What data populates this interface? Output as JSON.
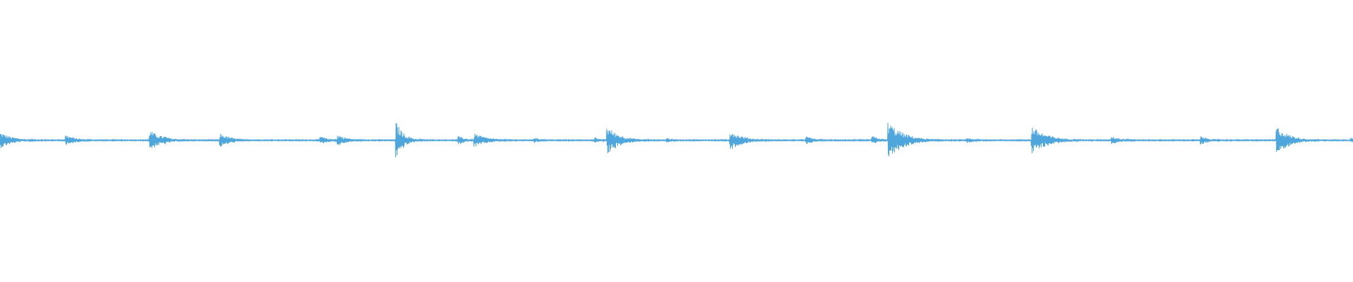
{
  "waveform": {
    "color": "#4ea6dc",
    "baseline_amplitude": 0.004,
    "transients": [
      {
        "position": 0.0,
        "amplitude": 0.06,
        "decay": 0.01
      },
      {
        "position": 0.049,
        "amplitude": 0.04,
        "decay": 0.008
      },
      {
        "position": 0.111,
        "amplitude": 0.07,
        "decay": 0.01
      },
      {
        "position": 0.122,
        "amplitude": 0.03,
        "decay": 0.006
      },
      {
        "position": 0.163,
        "amplitude": 0.05,
        "decay": 0.009
      },
      {
        "position": 0.237,
        "amplitude": 0.03,
        "decay": 0.007
      },
      {
        "position": 0.25,
        "amplitude": 0.04,
        "decay": 0.008
      },
      {
        "position": 0.293,
        "amplitude": 0.13,
        "decay": 0.006
      },
      {
        "position": 0.339,
        "amplitude": 0.03,
        "decay": 0.007
      },
      {
        "position": 0.351,
        "amplitude": 0.05,
        "decay": 0.01
      },
      {
        "position": 0.395,
        "amplitude": 0.02,
        "decay": 0.006
      },
      {
        "position": 0.44,
        "amplitude": 0.02,
        "decay": 0.005
      },
      {
        "position": 0.449,
        "amplitude": 0.1,
        "decay": 0.01
      },
      {
        "position": 0.493,
        "amplitude": 0.02,
        "decay": 0.005
      },
      {
        "position": 0.54,
        "amplitude": 0.07,
        "decay": 0.01
      },
      {
        "position": 0.596,
        "amplitude": 0.03,
        "decay": 0.007
      },
      {
        "position": 0.645,
        "amplitude": 0.03,
        "decay": 0.007
      },
      {
        "position": 0.657,
        "amplitude": 0.13,
        "decay": 0.012
      },
      {
        "position": 0.715,
        "amplitude": 0.02,
        "decay": 0.006
      },
      {
        "position": 0.763,
        "amplitude": 0.1,
        "decay": 0.012
      },
      {
        "position": 0.822,
        "amplitude": 0.03,
        "decay": 0.008
      },
      {
        "position": 0.888,
        "amplitude": 0.03,
        "decay": 0.007
      },
      {
        "position": 0.944,
        "amplitude": 0.1,
        "decay": 0.01
      },
      {
        "position": 0.999,
        "amplitude": 0.02,
        "decay": 0.004
      }
    ]
  }
}
